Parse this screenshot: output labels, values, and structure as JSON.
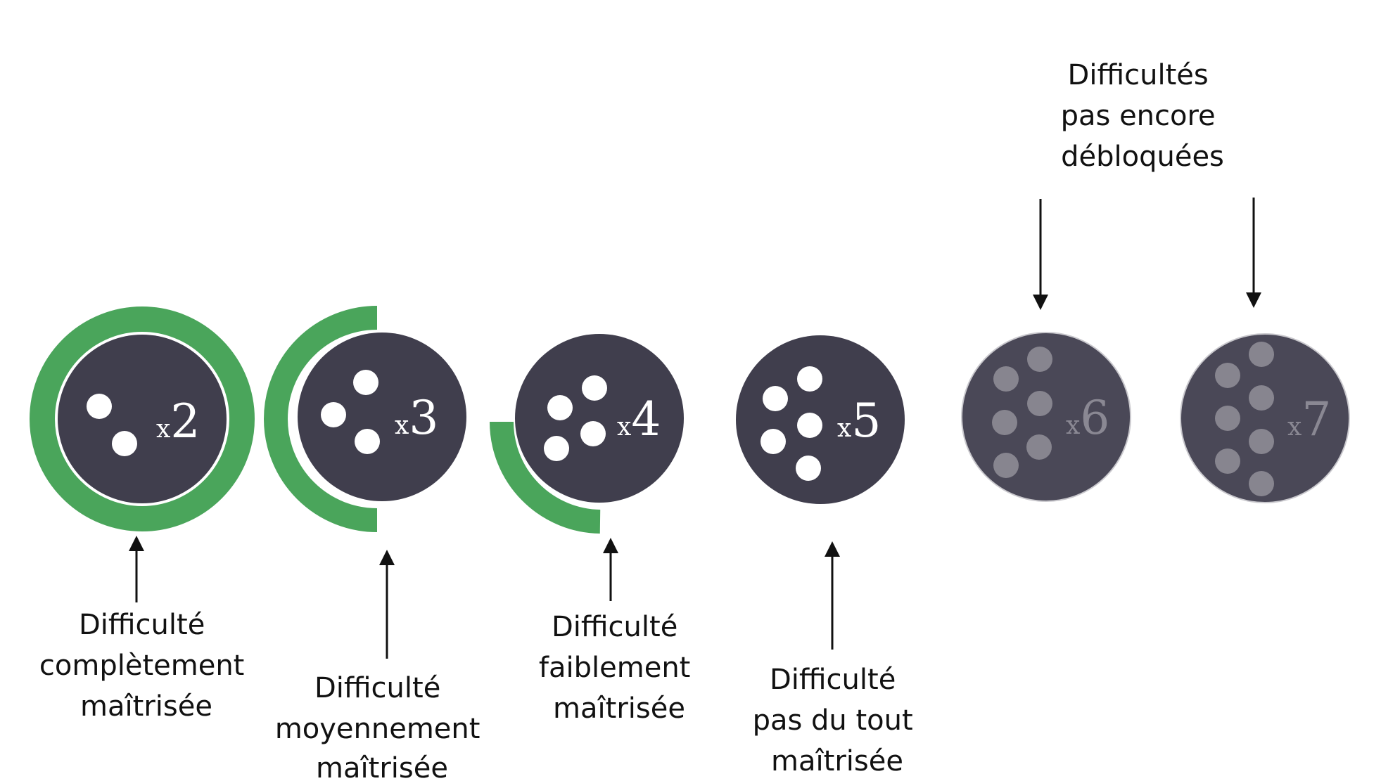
{
  "colors": {
    "badge_fill": "#403e4d",
    "badge_locked_fill": "#4a4857",
    "progress_ring": "#4aa55b",
    "dot_active": "#ffffff",
    "dot_locked": "#87858f",
    "text_active": "#ffffff",
    "text_locked": "#8a8893",
    "arrow": "#111111",
    "caption_text": "#111111"
  },
  "badges": [
    {
      "multiplier_prefix": "x",
      "multiplier_value": "2",
      "dots": 2,
      "mastery": 1.0,
      "locked": false
    },
    {
      "multiplier_prefix": "x",
      "multiplier_value": "3",
      "dots": 3,
      "mastery": 0.5,
      "locked": false
    },
    {
      "multiplier_prefix": "x",
      "multiplier_value": "4",
      "dots": 4,
      "mastery": 0.25,
      "locked": false
    },
    {
      "multiplier_prefix": "x",
      "multiplier_value": "5",
      "dots": 5,
      "mastery": 0.0,
      "locked": false
    },
    {
      "multiplier_prefix": "x",
      "multiplier_value": "6",
      "dots": 6,
      "mastery": 0.0,
      "locked": true
    },
    {
      "multiplier_prefix": "x",
      "multiplier_value": "7",
      "dots": 7,
      "mastery": 0.0,
      "locked": true
    }
  ],
  "captions": {
    "complete": [
      "Difficulté",
      "complètement",
      "maîtrisée"
    ],
    "medium": [
      "Difficulté",
      "moyennement",
      "maîtrisée"
    ],
    "weak": [
      "Difficulté",
      "faiblement",
      "maîtrisée"
    ],
    "none": [
      "Difficulté",
      "pas du tout",
      "maîtrisée"
    ],
    "locked": [
      "Difficultés",
      "pas encore",
      "débloquées"
    ]
  }
}
